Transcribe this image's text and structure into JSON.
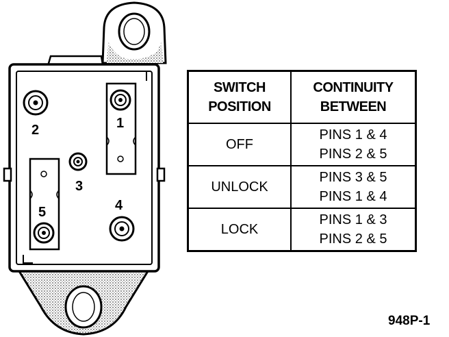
{
  "diagram": {
    "pin_labels": [
      "1",
      "2",
      "3",
      "4",
      "5"
    ]
  },
  "table": {
    "headers": {
      "switch_position": [
        "SWITCH",
        "POSITION"
      ],
      "continuity_between": [
        "CONTINUITY",
        "BETWEEN"
      ]
    },
    "rows": [
      {
        "position": "OFF",
        "pins": [
          "PINS 1 & 4",
          "PINS 2 & 5"
        ]
      },
      {
        "position": "UNLOCK",
        "pins": [
          "PINS 3 & 5",
          "PINS 1 & 4"
        ]
      },
      {
        "position": "LOCK",
        "pins": [
          "PINS 1 & 3",
          "PINS 2 & 5"
        ]
      }
    ]
  },
  "figure_code": "948P-1"
}
